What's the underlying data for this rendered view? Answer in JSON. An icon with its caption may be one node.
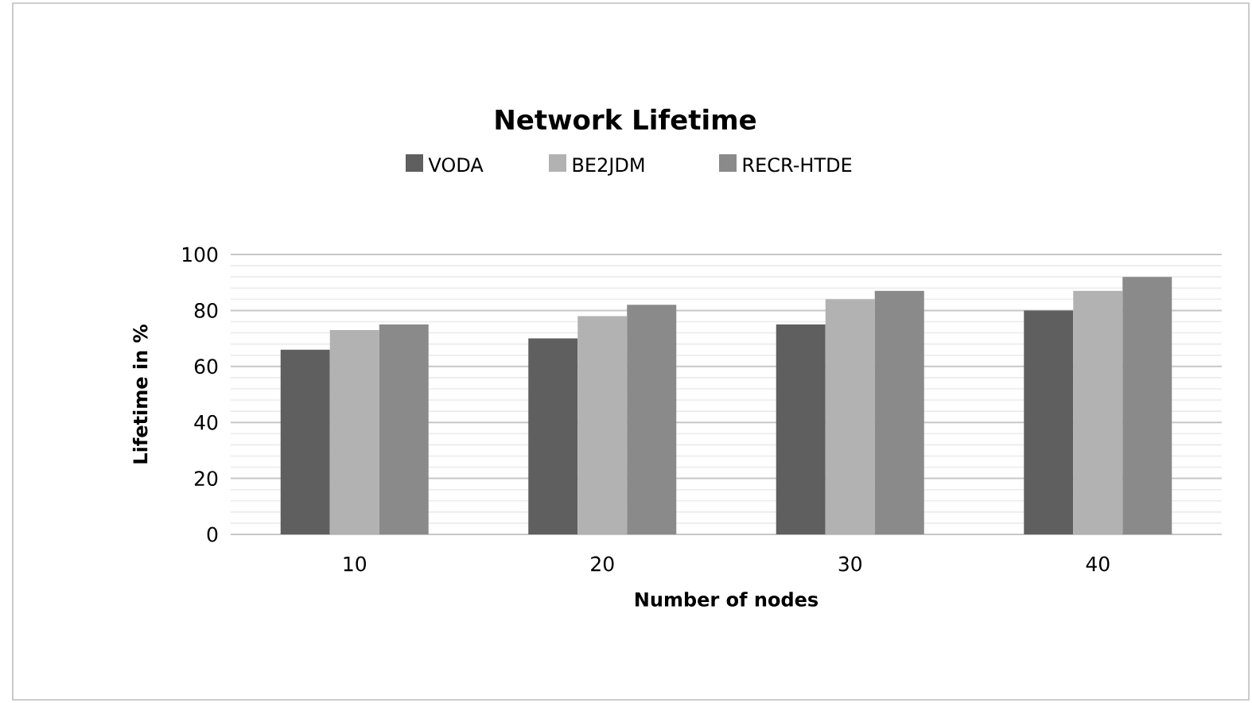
{
  "diagram": {
    "chart_data": {
      "type": "bar",
      "title": "Network Lifetime",
      "xlabel": "Number of nodes",
      "ylabel": "Lifetime in %",
      "categories": [
        "10",
        "20",
        "30",
        "40"
      ],
      "series": [
        {
          "name": "VODA",
          "color": "#5f5f5f",
          "values": [
            66,
            70,
            75,
            80
          ]
        },
        {
          "name": "BE2JDM",
          "color": "#b2b2b2",
          "values": [
            73,
            78,
            84,
            87
          ]
        },
        {
          "name": "RECR-HTDE",
          "color": "#8a8a8a",
          "values": [
            75,
            82,
            87,
            92
          ]
        }
      ],
      "ylim": [
        0,
        100
      ],
      "yticks": [
        0,
        20,
        40,
        60,
        80,
        100
      ],
      "grid": true,
      "legend": "top"
    }
  }
}
